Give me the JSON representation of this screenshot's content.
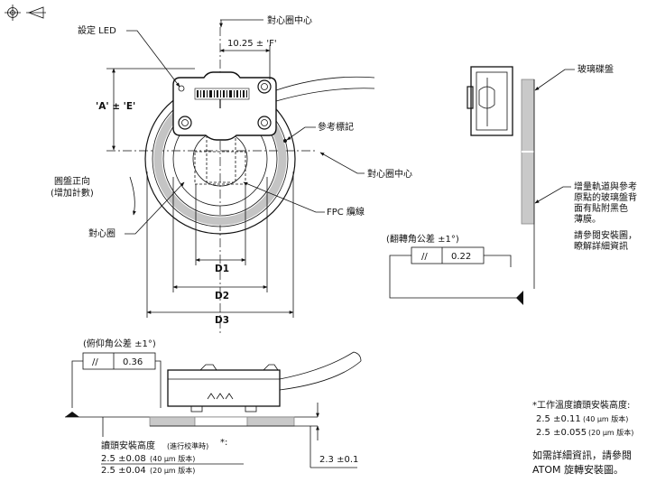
{
  "labels": {
    "set_led": "設定 LED",
    "center_mark_top": "對心圈中心",
    "dim_f": "10.25 ± 'F'",
    "dim_ae": "'A' ± 'E'",
    "ref_mark": "參考標記",
    "center_mark_mid": "對心圈中心",
    "disc_dir_1": "圓盤正向",
    "disc_dir_2": "(增加計數)",
    "centering_ring": "對心圈",
    "fpc_cable": "FPC 纜線",
    "d1": "D1",
    "d2": "D2",
    "d3": "D3",
    "glass_disc": "玻璃碟盤",
    "coating_1": "增量軌道與參考",
    "coating_2": "原點的玻璃盤背",
    "coating_3": "面有貼附黑色",
    "coating_4": "薄膜。",
    "see_install_1": "請參閱安裝圖，",
    "see_install_2": "瞭解詳細資訊",
    "roll_tol": "(翻轉角公差 ±1°)",
    "roll_sym": "//",
    "roll_val": "0.22",
    "pitch_tol": "(俯仰角公差 ±1°)",
    "pitch_sym": "//",
    "pitch_val": "0.36",
    "mount_h_title_a": "讀頭安裝高度",
    "mount_h_title_b": "(進行校準時)",
    "mount_h_star": "*:",
    "mount_h_1a": "2.5 ±0.08",
    "mount_h_1b": "(40 µm 版本)",
    "mount_h_2a": "2.5 ±0.04",
    "mount_h_2b": "(20 µm 版本)",
    "dim_23": "2.3 ±0.1",
    "op_temp_title": "*工作溫度讀頭安裝高度:",
    "op_temp_1a": "2.5 ±0.11",
    "op_temp_1b": "(40 µm 版本)",
    "op_temp_2a": "2.5 ±0.055",
    "op_temp_2b": "(20 µm 版本)",
    "more_info_1": "如需詳細資訊，請參閱",
    "more_info_2": "ATOM 旋轉安裝圖。"
  }
}
